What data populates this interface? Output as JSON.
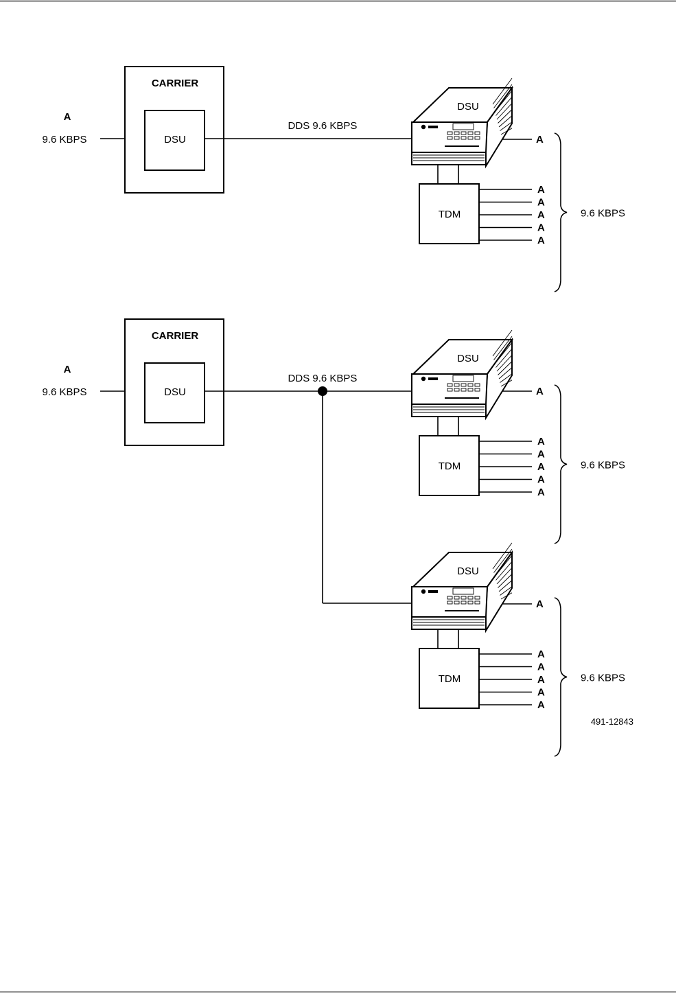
{
  "figure_number": "491-12843",
  "colors": {
    "line": "#000000",
    "background": "#ffffff"
  },
  "labels": {
    "carrier": "CARRIER",
    "dsu": "DSU",
    "tdm": "TDM",
    "terminal": "A",
    "rate": "9.6 KBPS",
    "link": "DDS 9.6 KBPS"
  },
  "diagrams": [
    {
      "carrier": {
        "title": "CARRIER",
        "inner": "DSU"
      },
      "source": {
        "terminal": "A",
        "rate": "9.6 KBPS"
      },
      "link_label": "DDS 9.6 KBPS",
      "junction": false,
      "remote_sites": [
        {
          "dsu_label": "DSU",
          "tdm_label": "TDM",
          "dsu_port": "A",
          "tdm_ports": [
            "A",
            "A",
            "A",
            "A",
            "A"
          ],
          "bracket_rate": "9.6 KBPS"
        }
      ]
    },
    {
      "carrier": {
        "title": "CARRIER",
        "inner": "DSU"
      },
      "source": {
        "terminal": "A",
        "rate": "9.6 KBPS"
      },
      "link_label": "DDS 9.6 KBPS",
      "junction": true,
      "remote_sites": [
        {
          "dsu_label": "DSU",
          "tdm_label": "TDM",
          "dsu_port": "A",
          "tdm_ports": [
            "A",
            "A",
            "A",
            "A",
            "A"
          ],
          "bracket_rate": "9.6 KBPS"
        },
        {
          "dsu_label": "DSU",
          "tdm_label": "TDM",
          "dsu_port": "A",
          "tdm_ports": [
            "A",
            "A",
            "A",
            "A",
            "A"
          ],
          "bracket_rate": "9.6 KBPS"
        }
      ]
    }
  ]
}
